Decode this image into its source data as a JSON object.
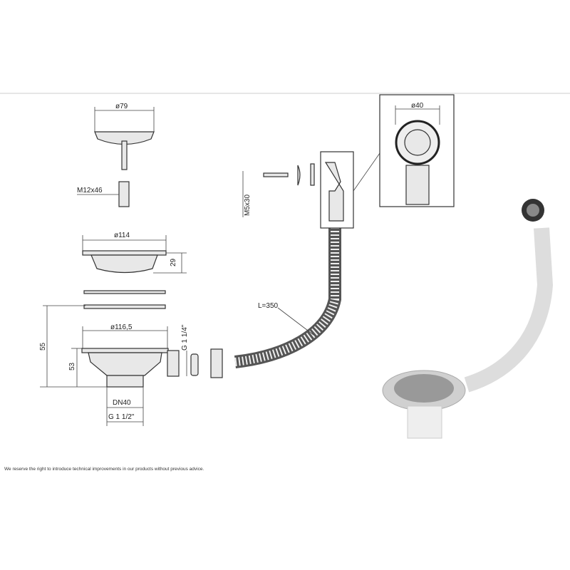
{
  "dimensions": {
    "strainer_diameter": "ø79",
    "bolt": "M12x46",
    "flange_diameter": "ø114",
    "flange_height": "29",
    "body_diameter": "ø116,5",
    "total_height": "55",
    "body_height": "53",
    "outlet_dn": "DN40",
    "outlet_thread": "G 1 1/2\"",
    "overflow_thread": "G 1 1/4\"",
    "screw": "M5x30",
    "hose_length": "L=350",
    "overflow_diameter": "ø40"
  },
  "footer": {
    "disclaimer": "We reserve the right to introduce technical improvements in our products without previous advice."
  },
  "colors": {
    "line": "#333333",
    "divider": "#cccccc",
    "background": "#ffffff"
  }
}
